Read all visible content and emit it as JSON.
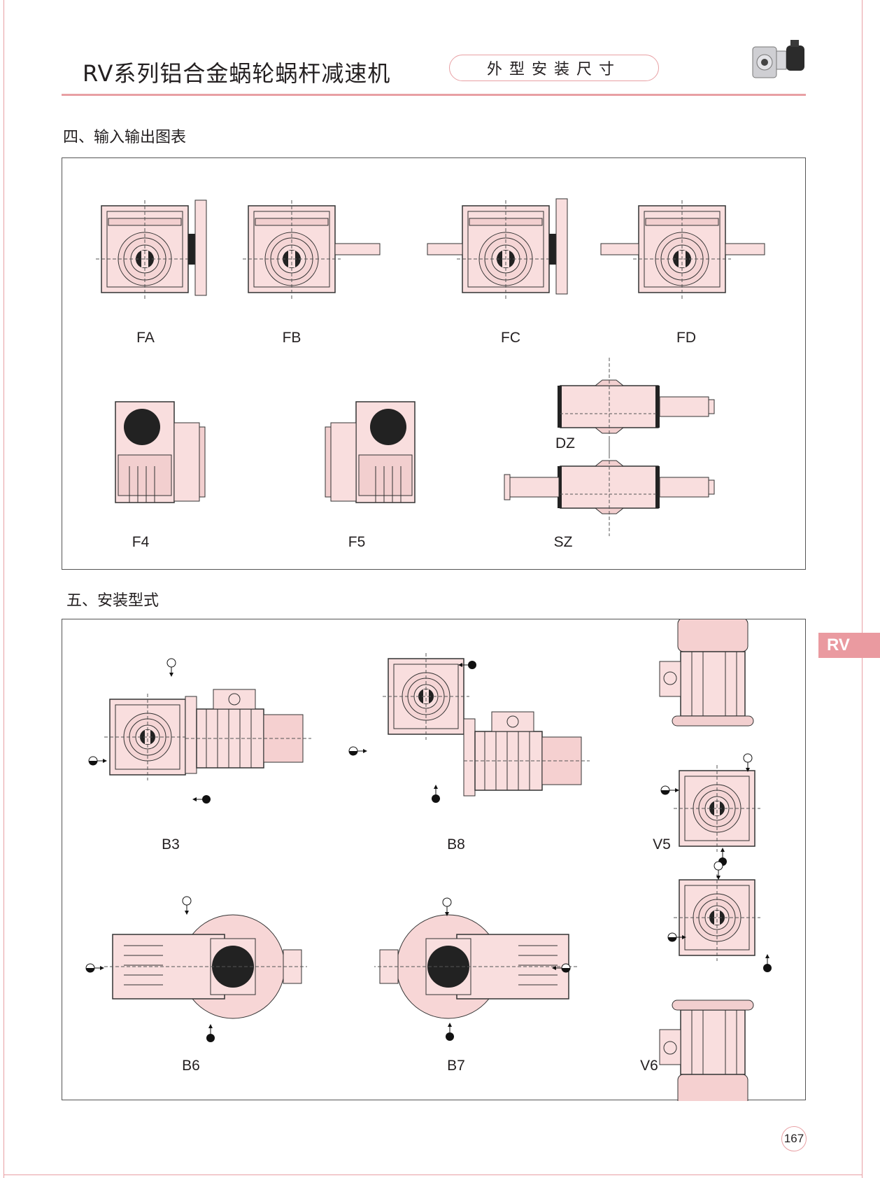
{
  "header": {
    "title": "RV系列铝合金蜗轮蜗杆减速机",
    "badge": "外型安装尺寸",
    "product_photo_icon": "gear-reducer-photo-icon"
  },
  "section4": {
    "title": "四、输入输出图表",
    "diagrams": [
      "FA",
      "FB",
      "FC",
      "FD",
      "F4",
      "F5",
      "DZ",
      "SZ"
    ]
  },
  "section5": {
    "title": "五、安装型式",
    "diagrams": [
      "B3",
      "B8",
      "V5",
      "B6",
      "B7",
      "V6"
    ]
  },
  "side_tab": "RV",
  "page_number": "167",
  "colors": {
    "accent": "#e8a0a4",
    "drawing_fill": "#f9dede",
    "tab": "#ea9aa0",
    "line": "#333333"
  }
}
